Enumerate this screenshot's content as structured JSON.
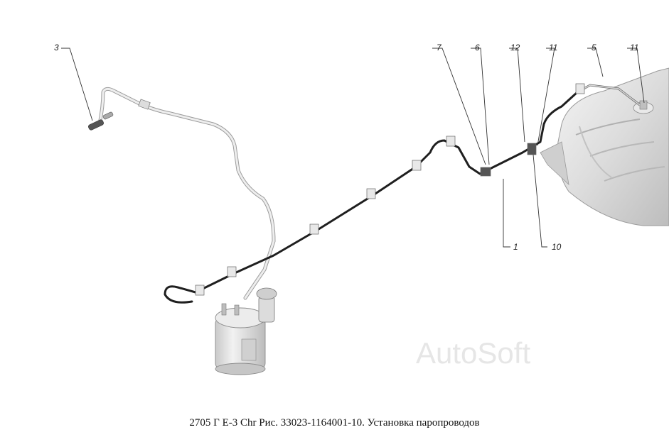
{
  "caption": "2705 Г Е-3 Chr  Рис. 33023-1164001-10. Установка паропроводов",
  "watermark": "AutoSoft",
  "callouts": {
    "c3": "3",
    "c7": "7",
    "c6": "6",
    "c12": "12",
    "c11a": "11",
    "c5": "5",
    "c11b": "11",
    "c1": "1",
    "c10": "10"
  },
  "colors": {
    "tube_dark": "#2b2b2b",
    "tube_light": "#d9d9d9",
    "tank": "#e3e3e3",
    "canister": "#dadada"
  }
}
